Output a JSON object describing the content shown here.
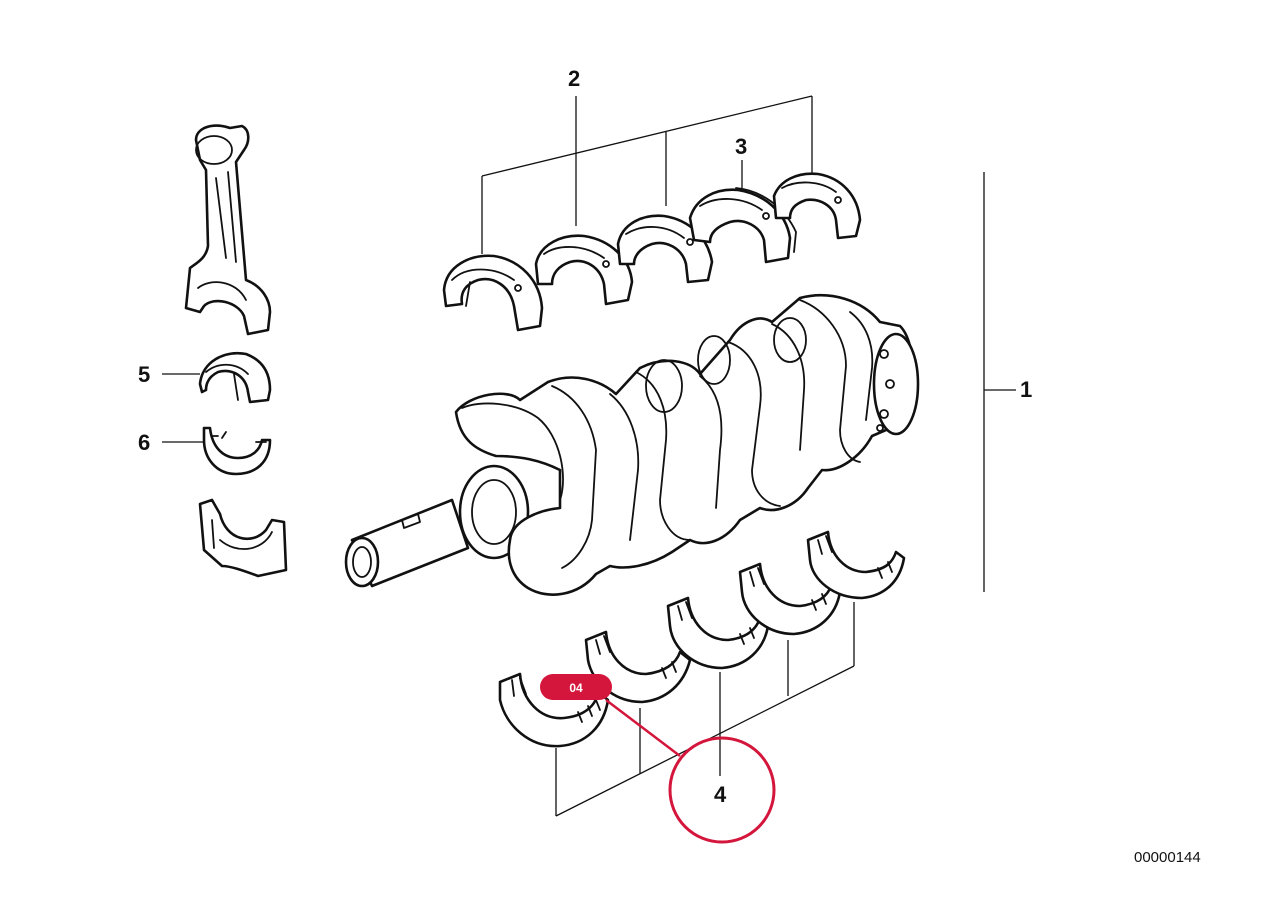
{
  "diagram": {
    "callouts": {
      "crankshaft": "1",
      "upper_main_bearings": "2",
      "thrust_bearing": "3",
      "lower_main_bearings": "4",
      "conrod_bearing_upper": "5",
      "conrod_bearing_lower": "6"
    },
    "badge": {
      "label": "04",
      "color": "#d4163c"
    },
    "highlight_color": "#d4163c",
    "catalog_number": "00000144"
  }
}
